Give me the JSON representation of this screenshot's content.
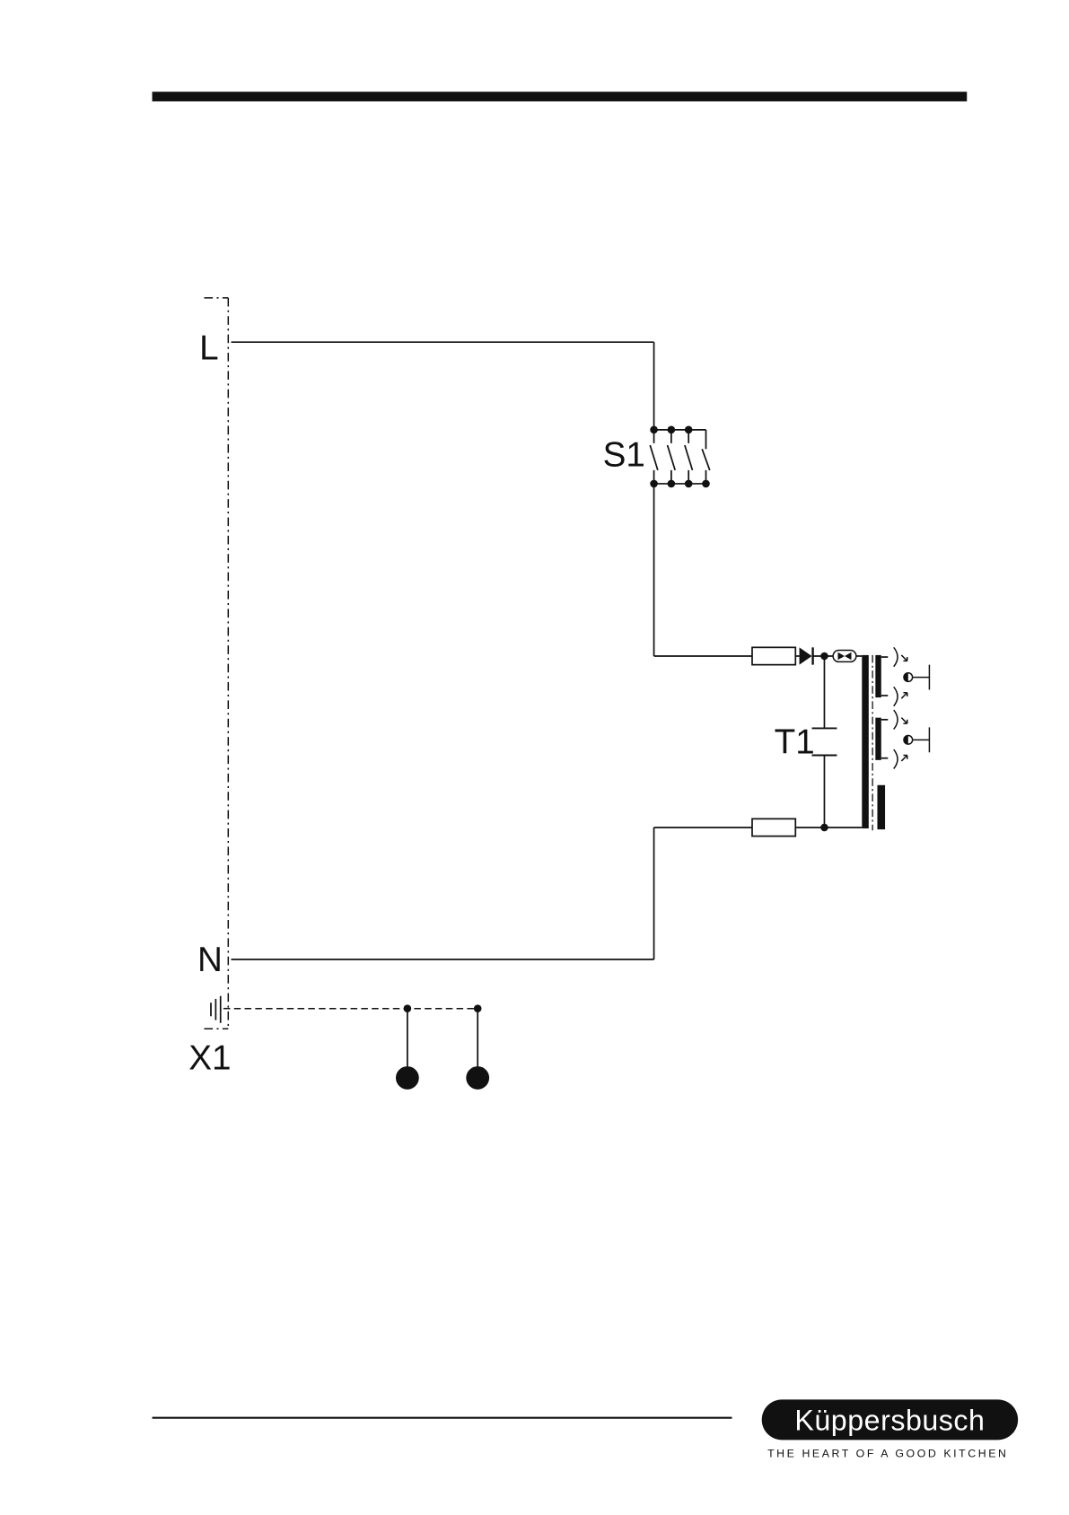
{
  "diagram": {
    "terminal_block": "X1",
    "terminals": {
      "line": "L",
      "neutral": "N"
    },
    "switch": "S1",
    "transformer": "T1"
  },
  "brand": {
    "name": "Küppersbusch",
    "tagline": "THE HEART OF A GOOD KITCHEN"
  }
}
